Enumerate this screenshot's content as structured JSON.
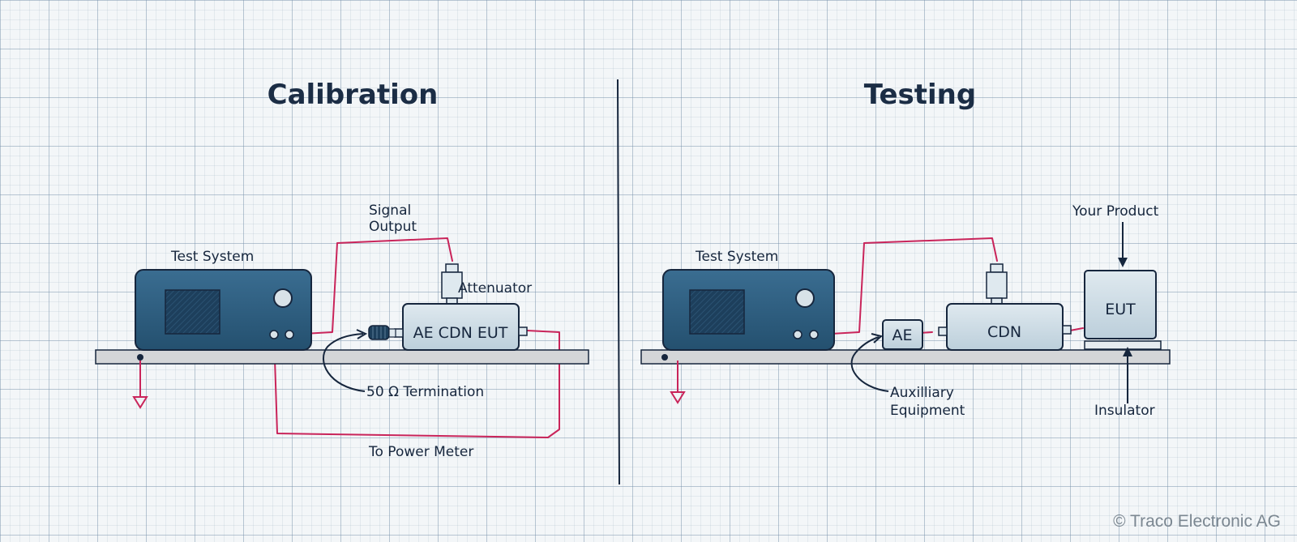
{
  "panels": {
    "calibration": {
      "title": "Calibration",
      "labels": {
        "test_system": "Test System",
        "signal_output_line1": "Signal",
        "signal_output_line2": "Output",
        "attenuator": "Attenuator",
        "cdn_box": "AE CDN EUT",
        "termination": "50 Ω Termination",
        "power_meter": "To Power Meter"
      }
    },
    "testing": {
      "title": "Testing",
      "labels": {
        "test_system": "Test System",
        "your_product": "Your Product",
        "eut_box": "EUT",
        "ae_box": "AE",
        "cdn_box": "CDN",
        "aux_line1": "Auxilliary",
        "aux_line2": "Equipment",
        "insulator": "Insulator"
      }
    }
  },
  "copyright": "© Traco Electronic AG",
  "colors": {
    "wire": "#c9245a",
    "ink": "#16263d",
    "device_body": "#2e5f82",
    "box_fill": "#cfdde6",
    "shelf": "#d4d6d8"
  }
}
